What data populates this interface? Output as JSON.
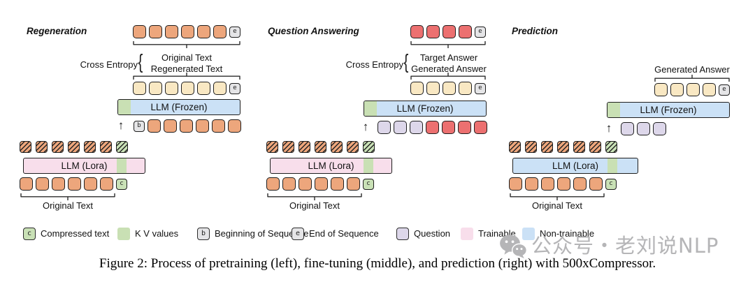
{
  "colors": {
    "orange": "#EDA67C",
    "cream": "#F9E8C3",
    "red": "#EC7070",
    "lavender": "#DDD7EA",
    "gray": "#E5E5E7",
    "green": "#C9E1B6",
    "kvgreen": "#C9E0B4",
    "blue": "#CBE1F6",
    "pink": "#F8DEEB",
    "line": "#2b2b2b",
    "watermark": "#b5b5b7"
  },
  "glyphs": {
    "up_arrow": "↑",
    "curly_brace": "{"
  },
  "panels": [
    {
      "title": "Regeneration",
      "loss_label": "Cross Entropy",
      "compare_top": "Original Text",
      "compare_bottom": "Regenerated Text",
      "frozen_bar_label": "LLM (Frozen)",
      "lora_bar_label": "LLM (Lora)",
      "source_label": "Original Text",
      "rows": {
        "target": [
          {
            "t": "orange"
          },
          {
            "t": "orange"
          },
          {
            "t": "orange"
          },
          {
            "t": "orange"
          },
          {
            "t": "orange"
          },
          {
            "t": "orange"
          },
          {
            "t": "gray",
            "l": "e"
          }
        ],
        "output": [
          {
            "t": "cream"
          },
          {
            "t": "cream"
          },
          {
            "t": "cream"
          },
          {
            "t": "cream"
          },
          {
            "t": "cream"
          },
          {
            "t": "cream"
          },
          {
            "t": "gray",
            "l": "e"
          }
        ],
        "input": [
          {
            "t": "gray",
            "l": "b"
          },
          {
            "t": "orange"
          },
          {
            "t": "orange"
          },
          {
            "t": "orange"
          },
          {
            "t": "orange"
          },
          {
            "t": "orange"
          },
          {
            "t": "orange"
          }
        ],
        "hatched": [
          {
            "t": "orange-h"
          },
          {
            "t": "orange-h"
          },
          {
            "t": "orange-h"
          },
          {
            "t": "orange-h"
          },
          {
            "t": "orange-h"
          },
          {
            "t": "orange-h"
          },
          {
            "t": "green-h"
          }
        ],
        "source": [
          {
            "t": "orange"
          },
          {
            "t": "orange"
          },
          {
            "t": "orange"
          },
          {
            "t": "orange"
          },
          {
            "t": "orange"
          },
          {
            "t": "orange"
          },
          {
            "t": "green",
            "l": "c"
          }
        ]
      }
    },
    {
      "title": "Question Answering",
      "loss_label": "Cross Entropy",
      "compare_top": "Target Answer",
      "compare_bottom": "Generated Answer",
      "frozen_bar_label": "LLM (Frozen)",
      "lora_bar_label": "LLM (Lora)",
      "source_label": "Original Text",
      "rows": {
        "target": [
          {
            "t": "red"
          },
          {
            "t": "red"
          },
          {
            "t": "red"
          },
          {
            "t": "red"
          },
          {
            "t": "gray",
            "l": "e"
          }
        ],
        "output": [
          {
            "t": "cream"
          },
          {
            "t": "cream"
          },
          {
            "t": "cream"
          },
          {
            "t": "cream"
          },
          {
            "t": "gray",
            "l": "e"
          }
        ],
        "input": [
          {
            "t": "lavender"
          },
          {
            "t": "lavender"
          },
          {
            "t": "lavender"
          },
          {
            "t": "red"
          },
          {
            "t": "red"
          },
          {
            "t": "red"
          },
          {
            "t": "red"
          }
        ],
        "hatched": [
          {
            "t": "orange-h"
          },
          {
            "t": "orange-h"
          },
          {
            "t": "orange-h"
          },
          {
            "t": "orange-h"
          },
          {
            "t": "orange-h"
          },
          {
            "t": "orange-h"
          },
          {
            "t": "green-h"
          }
        ],
        "source": [
          {
            "t": "orange"
          },
          {
            "t": "orange"
          },
          {
            "t": "orange"
          },
          {
            "t": "orange"
          },
          {
            "t": "orange"
          },
          {
            "t": "orange"
          },
          {
            "t": "green",
            "l": "c"
          }
        ]
      }
    },
    {
      "title": "Prediction",
      "answer_label": "Generated Answer",
      "frozen_bar_label": "LLM (Frozen)",
      "lora_bar_label": "LLM (Lora)",
      "source_label": "Original Text",
      "rows": {
        "output": [
          {
            "t": "cream"
          },
          {
            "t": "cream"
          },
          {
            "t": "cream"
          },
          {
            "t": "cream"
          },
          {
            "t": "gray",
            "l": "e"
          }
        ],
        "input": [
          {
            "t": "lavender"
          },
          {
            "t": "lavender"
          },
          {
            "t": "lavender"
          }
        ],
        "hatched": [
          {
            "t": "orange-h"
          },
          {
            "t": "orange-h"
          },
          {
            "t": "orange-h"
          },
          {
            "t": "orange-h"
          },
          {
            "t": "orange-h"
          },
          {
            "t": "orange-h"
          },
          {
            "t": "green-h"
          }
        ],
        "source": [
          {
            "t": "orange"
          },
          {
            "t": "orange"
          },
          {
            "t": "orange"
          },
          {
            "t": "orange"
          },
          {
            "t": "orange"
          },
          {
            "t": "orange"
          },
          {
            "t": "green",
            "l": "c"
          }
        ]
      }
    }
  ],
  "legend": {
    "items": [
      {
        "label": "Compressed text",
        "letter": "c"
      },
      {
        "label": "K V values",
        "letter": ""
      },
      {
        "label": "Beginning of Sequence",
        "letter": "b"
      },
      {
        "label": "End of Sequence",
        "letter": "e"
      },
      {
        "label": "Question",
        "letter": ""
      },
      {
        "label": "Trainable",
        "letter": ""
      },
      {
        "label": "Non-trainable",
        "letter": ""
      }
    ]
  },
  "caption": "Figure 2: Process of pretraining (left), fine-tuning (middle), and prediction (right) with 500xCompressor.",
  "watermark": {
    "text": "公众号・老刘说NLP",
    "icon": "wechat-icon"
  }
}
